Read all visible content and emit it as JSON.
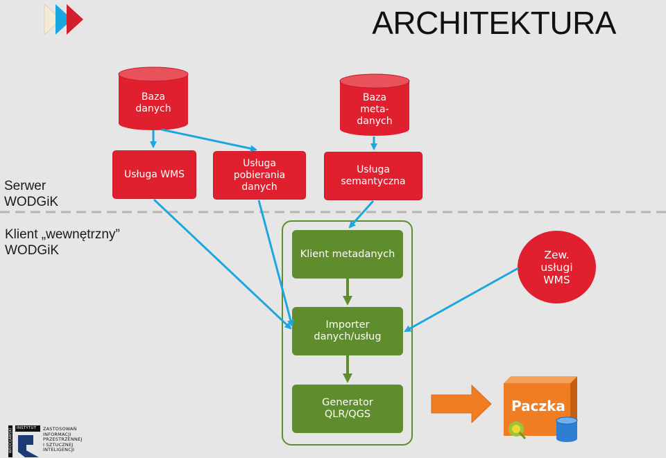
{
  "header": {
    "title": "ARCHITEKTURA"
  },
  "zones": {
    "server_label": [
      "Serwer",
      "WODGiK"
    ],
    "client_label": [
      "Klient „wewnętrzny”",
      "WODGiK"
    ]
  },
  "nodes": {
    "baza_danych": [
      "Baza",
      "danych"
    ],
    "baza_metadanych": [
      "Baza",
      "meta-",
      "danych"
    ],
    "usluga_wms": "Usługa WMS",
    "usluga_pobierania": [
      "Usługa",
      "pobierania",
      "danych"
    ],
    "usluga_semantyczna": [
      "Usługa",
      "semantyczna"
    ],
    "klient_metadanych": "Klient metadanych",
    "importer": [
      "Importer",
      "danych/usług"
    ],
    "generator": [
      "Generator",
      "QLR/QGS"
    ],
    "zew_uslugi": [
      "Zew.",
      "usługi",
      "WMS"
    ],
    "paczka": "Paczka"
  },
  "logo": {
    "side_text": "WROCŁAWSKI",
    "institute": "INSTYTUT",
    "lines": [
      "ZASTOSOWAŃ",
      "INFORMACJI",
      "PRZESTRZENNEJ",
      "I SZTUCZNEJ",
      "INTELIGENCJI"
    ]
  },
  "colors": {
    "background": "#e6e6e6",
    "server_node": "#e0202e",
    "client_node": "#5f8d2e",
    "arrow_data": "#1aa7e0",
    "arrow_flow": "#5f8d2e",
    "paczka_box": "#f07d22",
    "client_frame": "#5f8d2e"
  }
}
